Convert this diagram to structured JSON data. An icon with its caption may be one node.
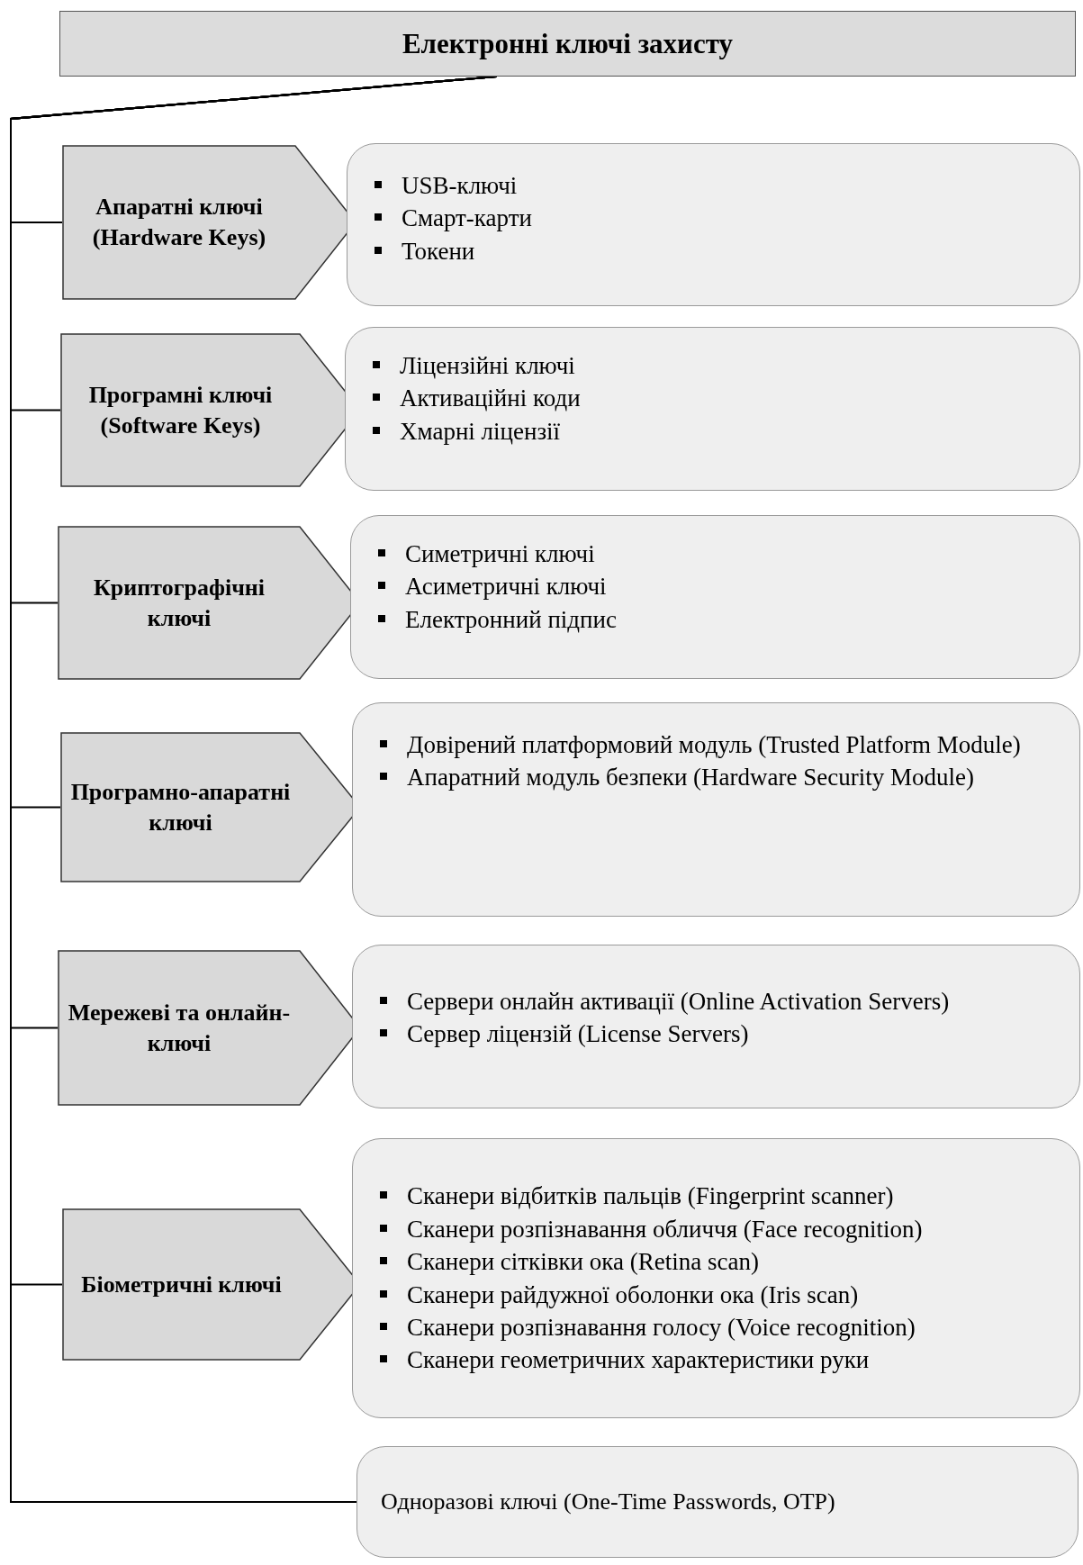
{
  "diagram": {
    "nodes": [
      {
        "text": [
          "Електронні ключі захисту"
        ]
      },
      {
        "text": [
          "Апаратні ключі (Hardware Keys)"
        ]
      },
      {
        "text": [
          "USB-ключі",
          "Смарт-карти",
          "Токени"
        ]
      },
      {
        "text": [
          "Програмні ключі (Software Keys)"
        ]
      },
      {
        "text": [
          "Ліцензійні ключі",
          "Активаційні коди",
          "Хмарні ліцензії"
        ]
      },
      {
        "text": [
          "Криптографічні ключі"
        ]
      },
      {
        "text": [
          "Симетричні ключі",
          "Асиметричні ключі",
          "Електронний підпис"
        ]
      },
      {
        "text": [
          "Програмно-апаратні ключі"
        ]
      },
      {
        "text": [
          "Довірений платформовий модуль (Trusted Platform Module)",
          "Апаратний модуль безпеки (Hardware Security Module)"
        ]
      },
      {
        "text": [
          "Мережеві та онлайн-ключі"
        ]
      },
      {
        "text": [
          "Сервери онлайн активації (Online Activation Servers)",
          "Сервер ліцензій (License Servers)"
        ]
      },
      {
        "text": [
          "Біометричні ключі"
        ]
      },
      {
        "text": [
          "Сканери відбитків пальців (Fingerprint scanner)",
          "Сканери розпізнавання обличчя (Face recognition)",
          "Сканери сітківки ока (Retina scan)",
          "Сканери райдужної оболонки ока (Iris scan)",
          "Сканери розпізнавання голосу (Voice recognition)",
          "Сканери геометричних характеристики руки"
        ]
      },
      {
        "text": [
          "Одноразові ключі (One-Time Passwords, OTP)"
        ]
      }
    ],
    "edges": [
      {
        "from": 0,
        "to": 1,
        "arrow": "none"
      },
      {
        "from": 0,
        "to": 3,
        "arrow": "none"
      },
      {
        "from": 0,
        "to": 5,
        "arrow": "none"
      },
      {
        "from": 0,
        "to": 7,
        "arrow": "none"
      },
      {
        "from": 0,
        "to": 9,
        "arrow": "none"
      },
      {
        "from": 0,
        "to": 11,
        "arrow": "none"
      },
      {
        "from": 0,
        "to": 13,
        "arrow": "none"
      }
    ]
  }
}
